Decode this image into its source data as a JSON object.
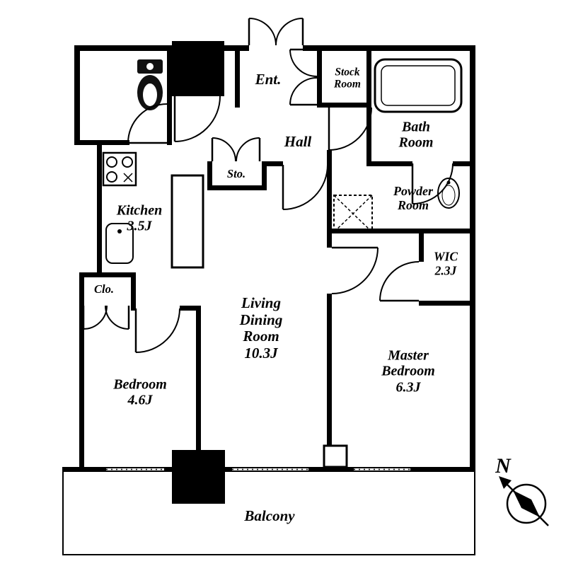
{
  "page": {
    "background": "#ffffff",
    "wall_color": "#000000"
  },
  "rooms": {
    "entrance": {
      "label": "Ent."
    },
    "stock_room": {
      "lines": [
        "Stock",
        "Room"
      ]
    },
    "hall": {
      "label": "Hall"
    },
    "bath_room": {
      "lines": [
        "Bath",
        "Room"
      ]
    },
    "storage": {
      "label": "Sto."
    },
    "powder_room": {
      "lines": [
        "Powder",
        "Room"
      ]
    },
    "kitchen": {
      "name": "Kitchen",
      "size": "3.5J"
    },
    "closet": {
      "label": "Clo."
    },
    "wic": {
      "name": "WIC",
      "size": "2.3J"
    },
    "living_dining": {
      "lines": [
        "Living",
        "Dining",
        "Room",
        "10.3J"
      ]
    },
    "bedroom": {
      "name": "Bedroom",
      "size": "4.6J"
    },
    "master_bedroom": {
      "lines": [
        "Master",
        "Bedroom",
        "6.3J"
      ]
    },
    "balcony": {
      "label": "Balcony"
    }
  },
  "compass": {
    "label": "N"
  },
  "icons": {
    "toilet": "toilet-icon",
    "stove": "stove-icon",
    "kitchen_sink": "kitchen-sink-icon",
    "bathtub": "bathtub-icon",
    "powder_sink": "sink-icon",
    "washer_pan": "washer-pan-icon",
    "compass": "compass-icon"
  }
}
